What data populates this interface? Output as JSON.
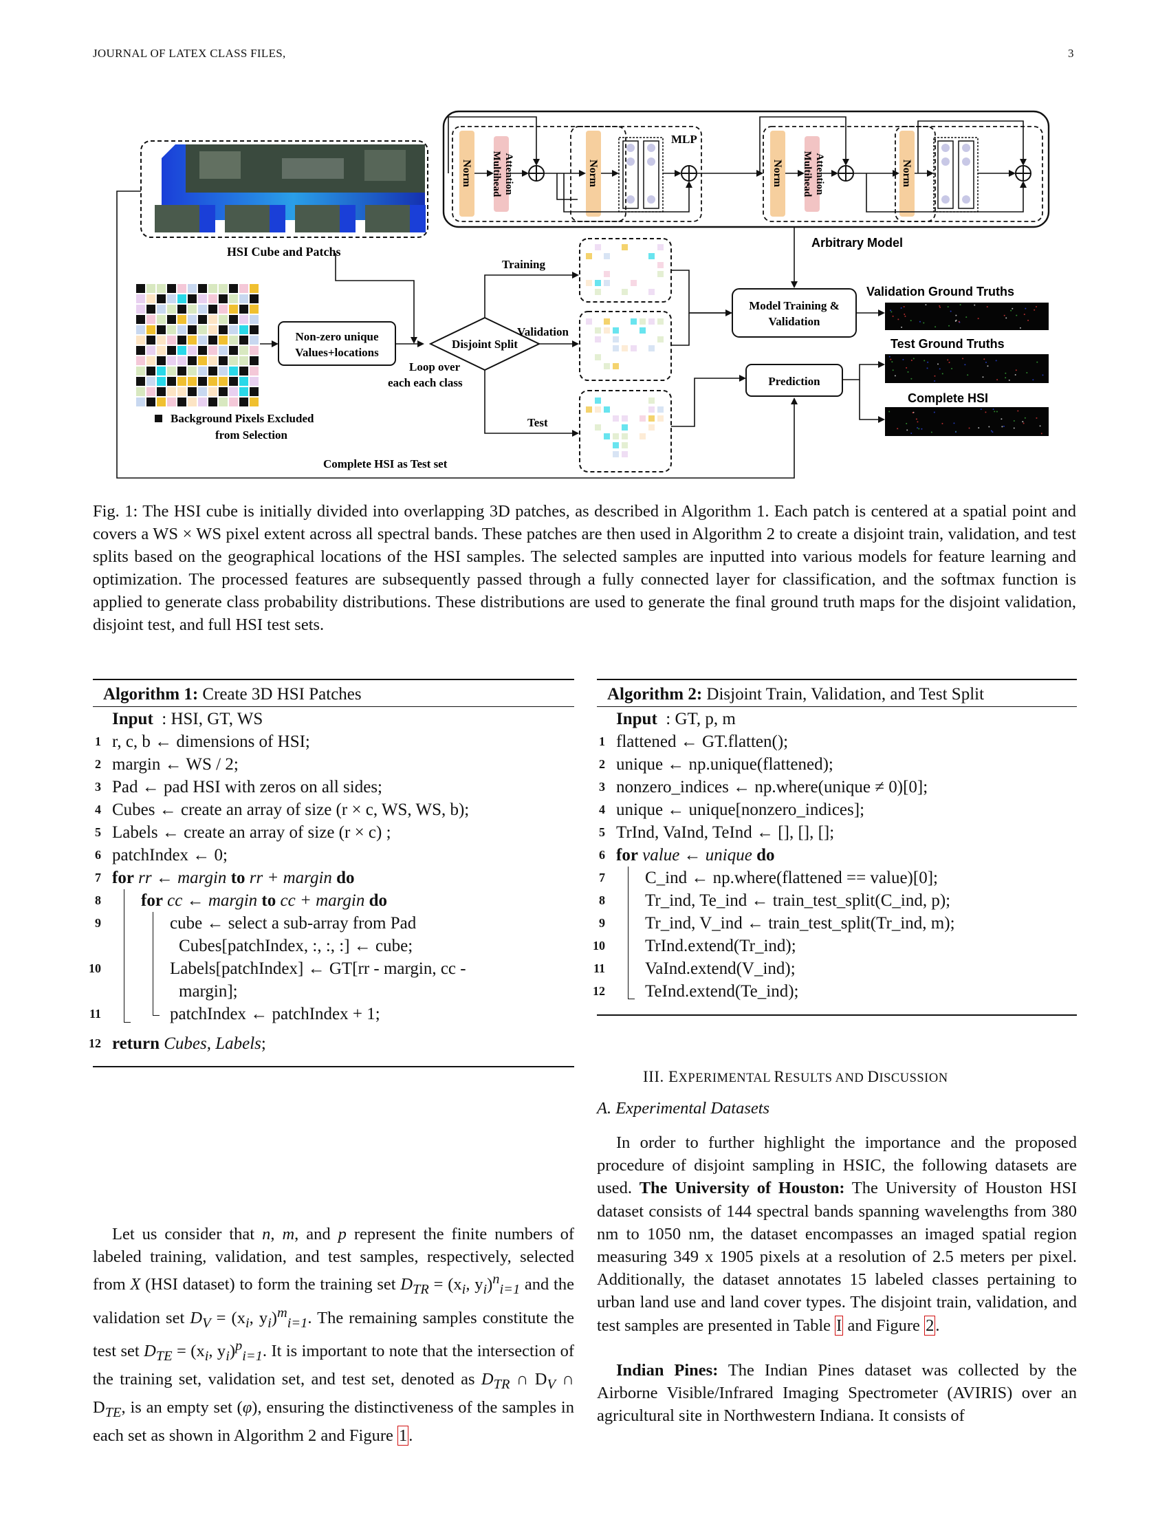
{
  "header": {
    "left": "JOURNAL OF LATEX CLASS FILES,",
    "page_number": "3"
  },
  "figure": {
    "labels": {
      "hsi_cube": "HSI Cube and Patchs",
      "norm": "Norm",
      "multihead": "Multihead",
      "attention": "Attention",
      "mlp": "MLP",
      "arbitrary_model": "Arbitrary Model",
      "training": "Training",
      "validation": "Validation",
      "test": "Test",
      "disjoint_split": "Disjoint Split",
      "nonzero_1": "Non-zero unique",
      "nonzero_2": "Values+locations",
      "loop_1": "Loop over",
      "loop_2": "each each class",
      "model_train_1": "Model Training &",
      "model_train_2": "Validation",
      "prediction": "Prediction",
      "val_gt": "Validation Ground Truths",
      "test_gt": "Test Ground Truths",
      "complete_hsi": "Complete HSI",
      "bg_excluded_1": "Background Pixels Excluded",
      "bg_excluded_2": "from Selection",
      "complete_test": "Complete HSI as Test set",
      "dots": "· · ·"
    }
  },
  "caption": "Fig. 1: The HSI cube is initially divided into overlapping 3D patches, as described in Algorithm 1. Each patch is centered at a spatial point and covers a WS × WS pixel extent across all spectral bands. These patches are then used in Algorithm 2 to create a disjoint train, validation, and test splits based on the geographical locations of the HSI samples. The selected samples are inputted into various models for feature learning and optimization. The processed features are subsequently passed through a fully connected layer for classification, and the softmax function is applied to generate class probability distributions. These distributions are used to generate the final ground truth maps for the disjoint validation, disjoint test, and full HSI test sets.",
  "algo1": {
    "label": "Algorithm 1:",
    "title": "Create 3D HSI Patches",
    "input_kw": "Input",
    "input": ": HSI, GT, WS",
    "lines": [
      "r, c, b ← dimensions of HSI;",
      "margin ← WS / 2;",
      "Pad ← pad HSI with zeros on all sides;",
      "Cubes ← create an array of size (r × c, WS, WS, b);",
      "Labels ← create an array of size (r × c) ;",
      "patchIndex ← 0;"
    ],
    "for1": {
      "kw": "for",
      "var": "rr ← margin",
      "to": "to",
      "end": "rr + margin",
      "do": "do"
    },
    "for2": {
      "kw": "for",
      "var": "cc ← margin",
      "to": "to",
      "end": "cc + margin",
      "do": "do"
    },
    "l9a": "cube ← select a sub-array from Pad",
    "l9b": "Cubes[patchIndex, :, :, :] ← cube;",
    "l10a": "Labels[patchIndex] ← GT[rr - margin, cc -",
    "l10b": "margin];",
    "l11": "patchIndex ← patchIndex + 1;",
    "ret_kw": "return",
    "ret": "Cubes, Labels",
    "ret_end": ";",
    "nums": [
      "1",
      "2",
      "3",
      "4",
      "5",
      "6",
      "7",
      "8",
      "9",
      "10",
      "11",
      "12"
    ]
  },
  "algo2": {
    "label": "Algorithm 2:",
    "title": "Disjoint Train, Validation, and Test Split",
    "input_kw": "Input",
    "input": ": GT, p, m",
    "lines": [
      "flattened ← GT.flatten();",
      "unique ← np.unique(flattened);",
      "nonzero_indices ← np.where(unique ≠ 0)[0];",
      "unique ← unique[nonzero_indices];",
      "TrInd, VaInd, TeInd ← [], [], [];"
    ],
    "for": {
      "kw": "for",
      "var": "value ← unique",
      "do": "do"
    },
    "body": [
      "C_ind ← np.where(flattened == value)[0];",
      "Tr_ind, Te_ind ← train_test_split(C_ind, p);",
      "Tr_ind, V_ind ← train_test_split(Tr_ind, m);",
      "TrInd.extend(Tr_ind);",
      "VaInd.extend(V_ind);",
      "TeInd.extend(Te_ind);"
    ],
    "nums": [
      "1",
      "2",
      "3",
      "4",
      "5",
      "6",
      "7",
      "8",
      "9",
      "10",
      "11",
      "12"
    ]
  },
  "section": {
    "num": "III.",
    "first": "E",
    "rest": "XPERIMENTAL ",
    "first2": "R",
    "rest2": "ESULTS AND ",
    "first3": "D",
    "rest3": "ISCUSSION"
  },
  "subsection": "A. Experimental Datasets",
  "para_left": {
    "t1": "Let us consider that ",
    "n": "n",
    "t2": ", ",
    "m": "m",
    "t3": ", and ",
    "p": "p",
    "t4": " represent the finite numbers of labeled training, validation, and test samples, respectively, selected from ",
    "X": "X",
    "t5": " (HSI dataset) to form the training set ",
    "dtr": "D",
    "tr": "TR",
    "t6": " = (x",
    "i1": "i",
    "t7": ", y",
    "i2": "i",
    "t8": ")",
    "sup_n": "n",
    "sub_i1": "i=1",
    "t9": " and the validation set ",
    "dv": "D",
    "v": "V",
    "t10": " = (x",
    "i3": "i",
    "t11": ", y",
    "i4": "i",
    "t12": ")",
    "sup_m": "m",
    "sub_i2": "i=1",
    "t13": ". The remaining samples constitute the test set ",
    "dte": "D",
    "te": "TE",
    "t14": " = (x",
    "i5": "i",
    "t15": ", y",
    "i6": "i",
    "t16": ")",
    "sup_p": "p",
    "sub_i3": "i=1",
    "t17": ". It is important to note that the intersection of the training set, validation set, and test set, denoted as ",
    "inter": "D",
    "tr2": "TR",
    "cap1": " ∩ D",
    "v2": "V",
    "cap2": " ∩ D",
    "te2": "TE",
    "t18": ", is an empty set (",
    "phi": "φ",
    "t19": "), ensuring the distinctiveness of the samples in each set as shown in Algorithm 2 and Figure ",
    "ref": "1",
    "t20": "."
  },
  "para_right_1": {
    "t1": "In order to further highlight the importance and the proposed procedure of disjoint sampling in HSIC, the following datasets are used. ",
    "b1": "The University of Houston:",
    "t2": " The University of Houston HSI dataset consists of 144 spectral bands spanning wavelengths from 380 nm to 1050 nm, the dataset encompasses an imaged spatial region measuring 349 x 1905 pixels at a resolution of 2.5 meters per pixel. Additionally, the dataset annotates 15 labeled classes pertaining to urban land use and land cover types. The disjoint train, validation, and test samples are presented in Table ",
    "ref1": "I",
    "t3": " and Figure ",
    "ref2": "2",
    "t4": "."
  },
  "para_right_2": {
    "b1": "Indian Pines:",
    "t1": " The Indian Pines dataset was collected by the Airborne Visible/Infrared Imaging Spectrometer (AVIRIS) over an agricultural site in Northwestern Indiana. It consists of"
  }
}
